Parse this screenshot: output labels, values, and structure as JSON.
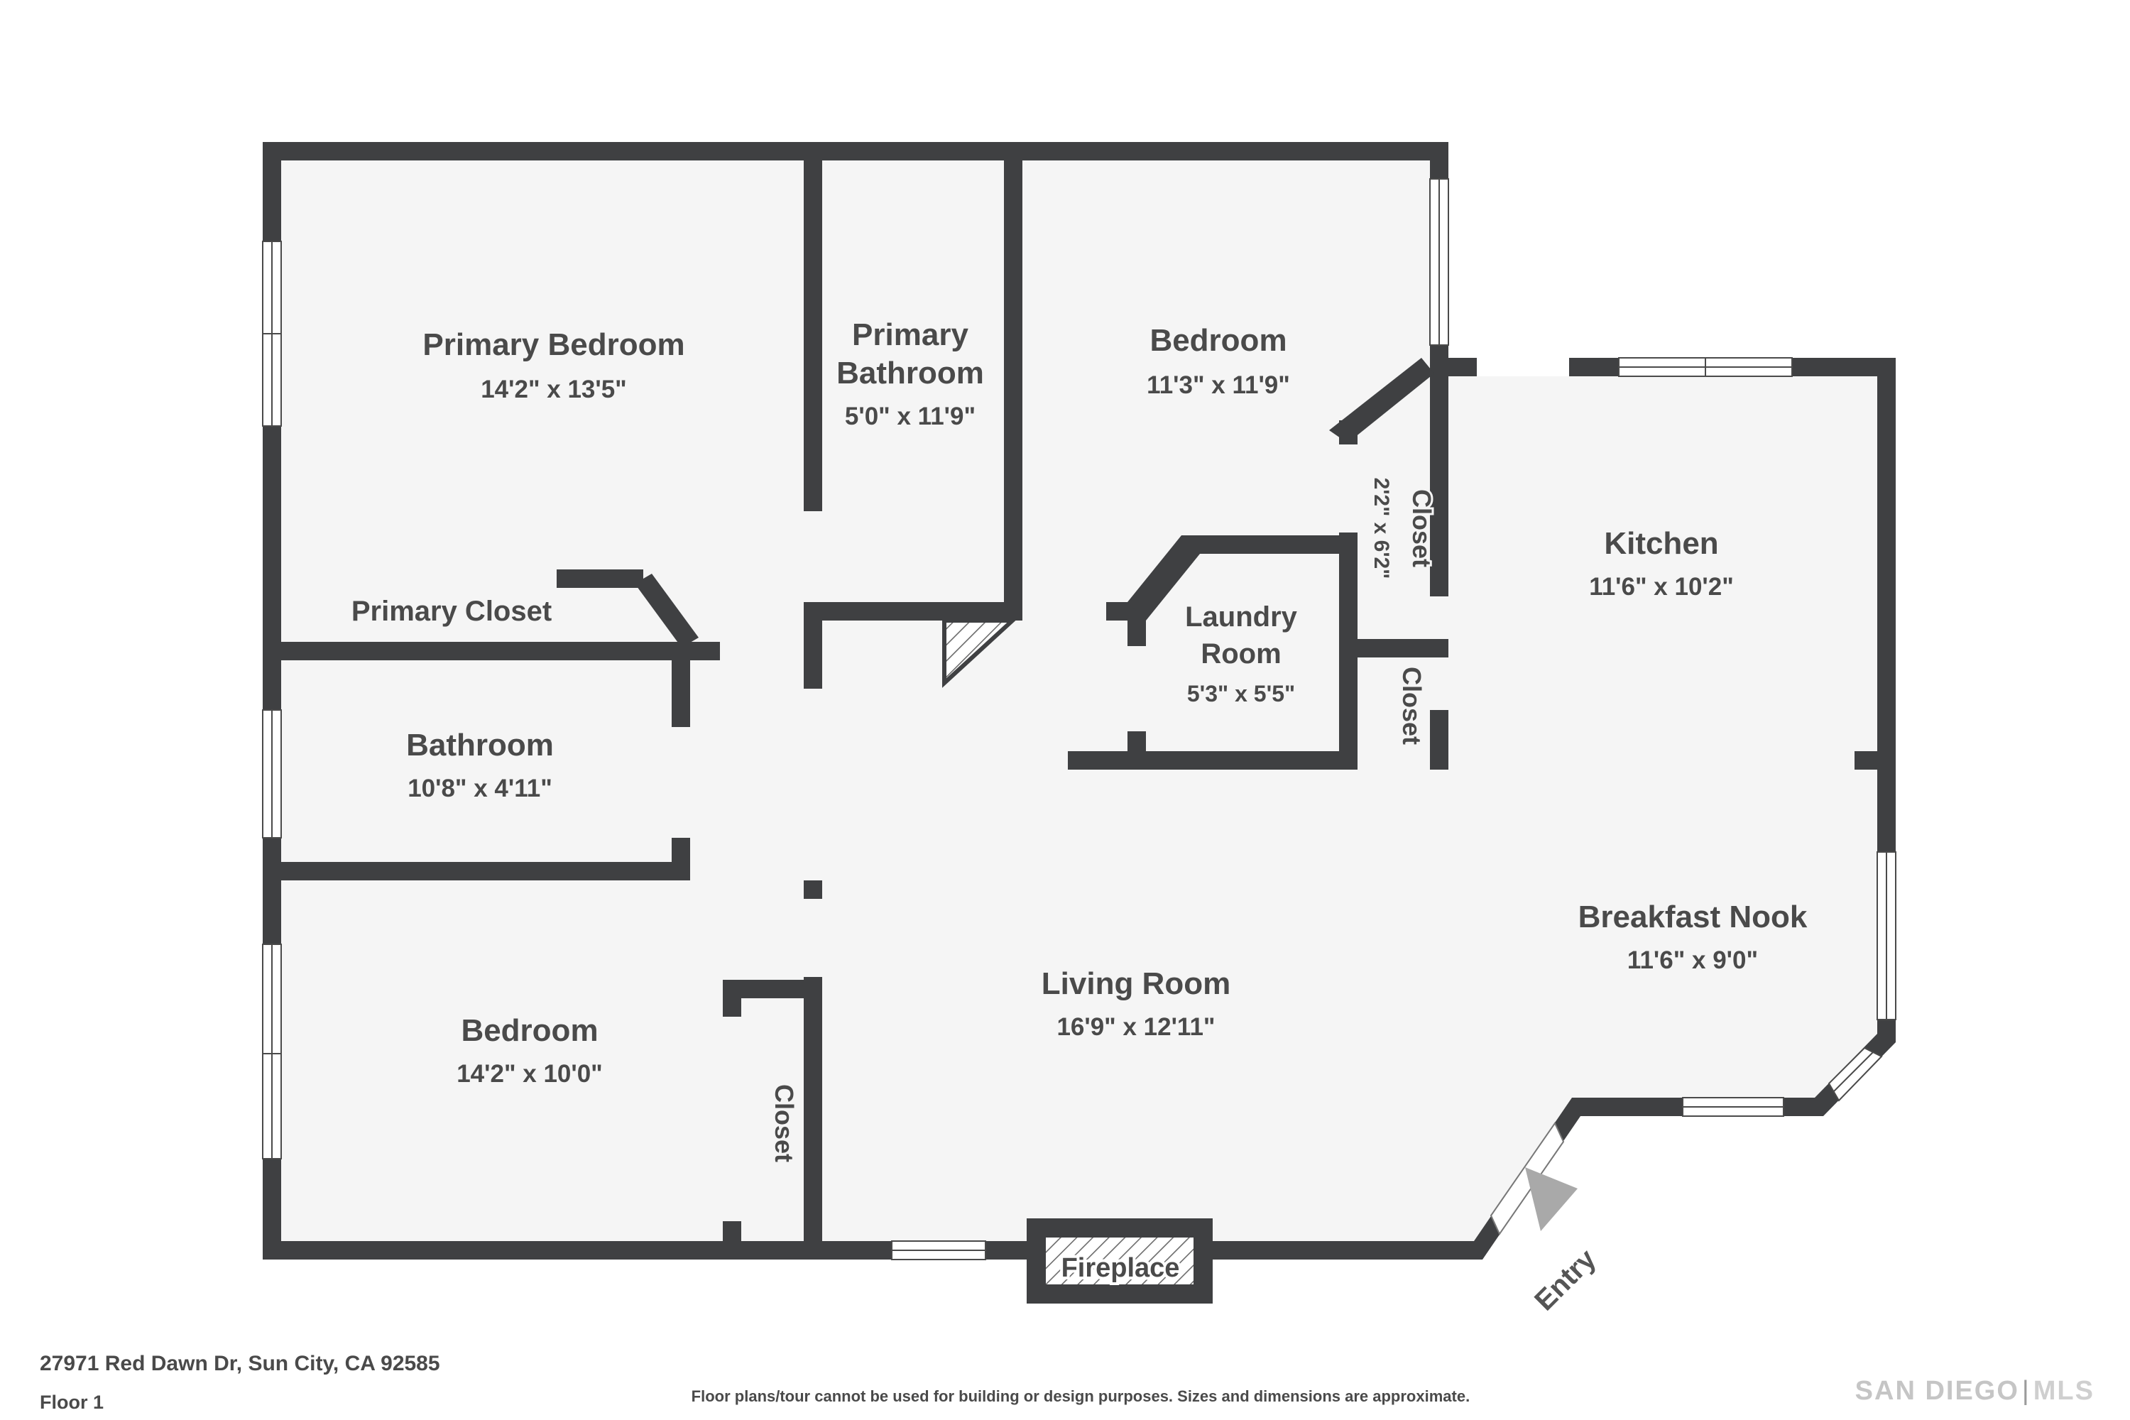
{
  "plan": {
    "rooms": {
      "primary_bedroom": {
        "name": "Primary Bedroom",
        "dims": "14'2\" x 13'5\""
      },
      "primary_bathroom": {
        "name_line1": "Primary",
        "name_line2": "Bathroom",
        "dims": "5'0\" x 11'9\""
      },
      "bedroom_top_right": {
        "name": "Bedroom",
        "dims": "11'3\" x 11'9\""
      },
      "hall_closet_upper": {
        "name": "Closet",
        "dims": "2'2\" x 6'2\""
      },
      "kitchen": {
        "name": "Kitchen",
        "dims": "11'6\" x 10'2\""
      },
      "laundry_room": {
        "name_line1": "Laundry",
        "name_line2": "Room",
        "dims": "5'3\" x 5'5\""
      },
      "hall_closet_lower": {
        "name": "Closet"
      },
      "primary_closet": {
        "name": "Primary Closet"
      },
      "bathroom": {
        "name": "Bathroom",
        "dims": "10'8\" x 4'11\""
      },
      "bedroom_bottom_left": {
        "name": "Bedroom",
        "dims": "14'2\" x 10'0\""
      },
      "bedroom_closet": {
        "name": "Closet"
      },
      "living_room": {
        "name": "Living Room",
        "dims": "16'9\" x 12'11\""
      },
      "breakfast_nook": {
        "name": "Breakfast Nook",
        "dims": "11'6\" x 9'0\""
      }
    },
    "features": {
      "fireplace_label": "Fireplace",
      "entry_label": "Entry"
    }
  },
  "footer": {
    "address": "27971 Red Dawn Dr, Sun City, CA 92585",
    "floor": "Floor 1",
    "disclaimer": "Floor plans/tour cannot be used for building or design purposes. Sizes and dimensions are approximate.",
    "logo": {
      "brand": "SAN DIEGO",
      "separator": "|",
      "brand2": "MLS"
    }
  },
  "colors": {
    "wall": "#3f4042",
    "floor": "#f5f5f5",
    "label_text": "#4a4a4a",
    "entry_arrow": "#a9a9a9",
    "logo_gray": "#c5c5c5"
  }
}
